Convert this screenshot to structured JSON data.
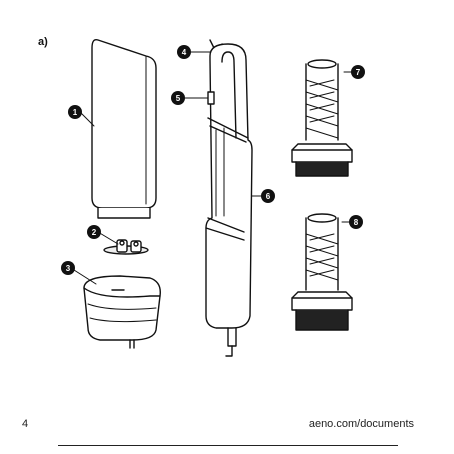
{
  "figure": {
    "label": "a)"
  },
  "callouts": [
    "1",
    "2",
    "3",
    "4",
    "5",
    "6",
    "7",
    "8"
  ],
  "footer": {
    "page_number": "4",
    "link": "aeno.com/documents"
  }
}
